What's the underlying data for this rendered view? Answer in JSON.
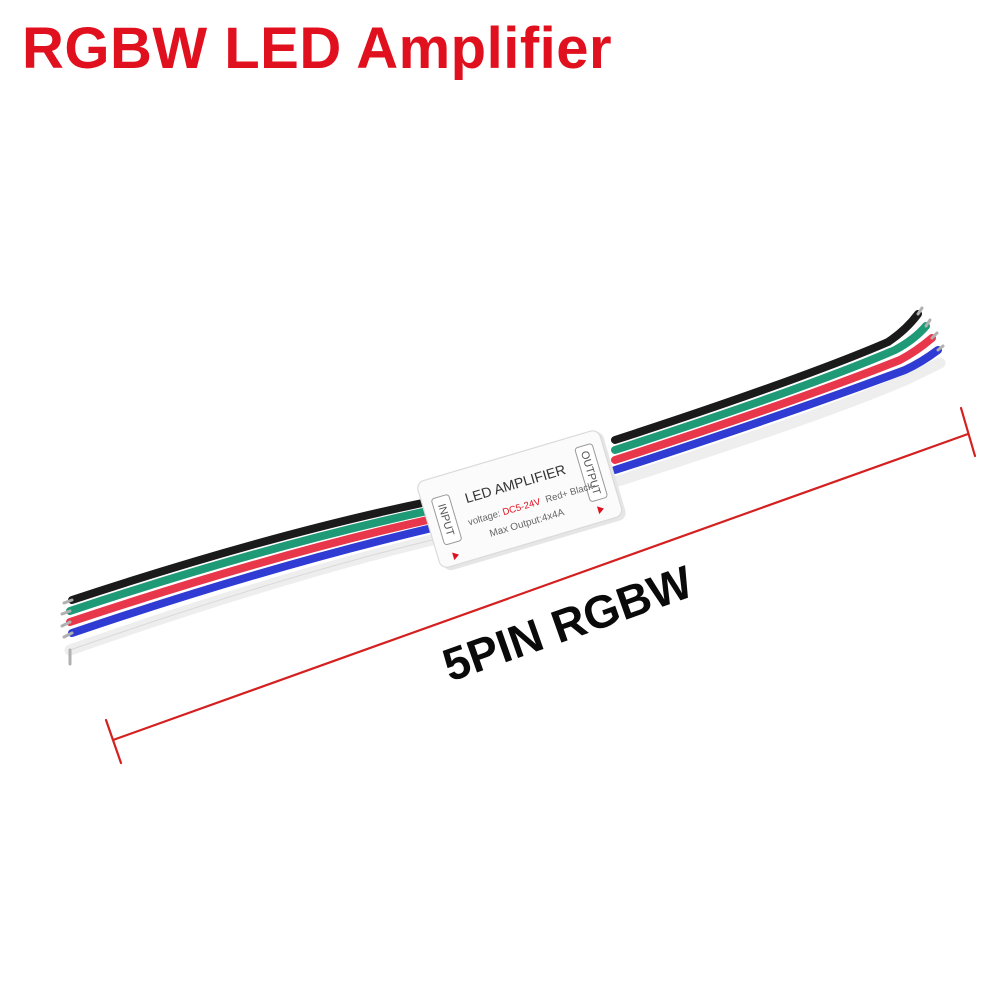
{
  "title": {
    "text": "RGBW LED Amplifier",
    "color": "#e0101e"
  },
  "product": {
    "name": "LED AMPLIFIER",
    "voltage_prefix": "voltage:",
    "voltage_value": "DC5-24V",
    "polarity": "Red+ Black-",
    "max_output": "Max Output:4x4A",
    "input_label": "INPUT",
    "output_label": "OUTPUT"
  },
  "cable": {
    "label": "5PIN RGBW",
    "wire_colors": {
      "black": "#1a1a1a",
      "green": "#1f9a77",
      "red": "#e8364a",
      "blue": "#2f3bd3",
      "white": "#f4f4f4"
    }
  },
  "dimension_line_color": "#d52020"
}
